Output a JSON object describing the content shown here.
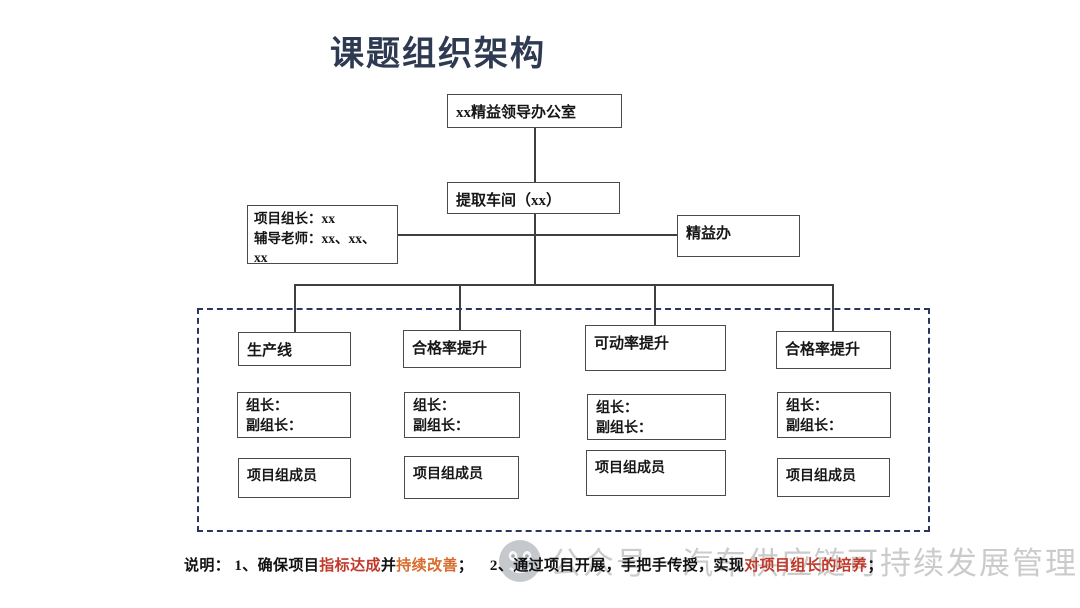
{
  "title": "课题组织架构",
  "org": {
    "top_box": "xx精益领导办公室",
    "workshop_box": "提取车间（xx）",
    "leader_box": {
      "line1": "项目组长：xx",
      "line2": "辅导老师：xx、xx、",
      "line3": "xx"
    },
    "lean_office_box": "精益办"
  },
  "teams": [
    {
      "header": "生产线",
      "role1": "组长：",
      "role2": "副组长：",
      "members": "项目组成员"
    },
    {
      "header": "合格率提升",
      "role1": "组长：",
      "role2": "副组长：",
      "members": "项目组成员"
    },
    {
      "header": "可动率提升",
      "role1": "组长：",
      "role2": "副组长：",
      "members": "项目组成员"
    },
    {
      "header": "合格率提升",
      "role1": "组长：",
      "role2": "副组长：",
      "members": "项目组成员"
    }
  ],
  "note": {
    "label": "说明：",
    "item1_pre": "1、确保项目",
    "item1_highlight1": "指标达成",
    "item1_mid": "并",
    "item1_highlight2": "持续改善",
    "item1_end": "；",
    "item2_pre": "2、通过项目开展，手把手传授，实现",
    "item2_highlight": "对项目组长的培养",
    "item2_end": "；"
  },
  "watermark": {
    "icon": "wechat-official-account-icon",
    "text": "公众号－汽车供应链可持续发展管理"
  },
  "colors": {
    "title": "#2e3a52",
    "box_border": "#4a4a4a",
    "connector_line": "#3f3f3f",
    "dashed_border": "#2a3560",
    "highlight_red": "#c0392b",
    "highlight_orange": "#d96c2c",
    "watermark_gray": "#c6c6c6"
  }
}
